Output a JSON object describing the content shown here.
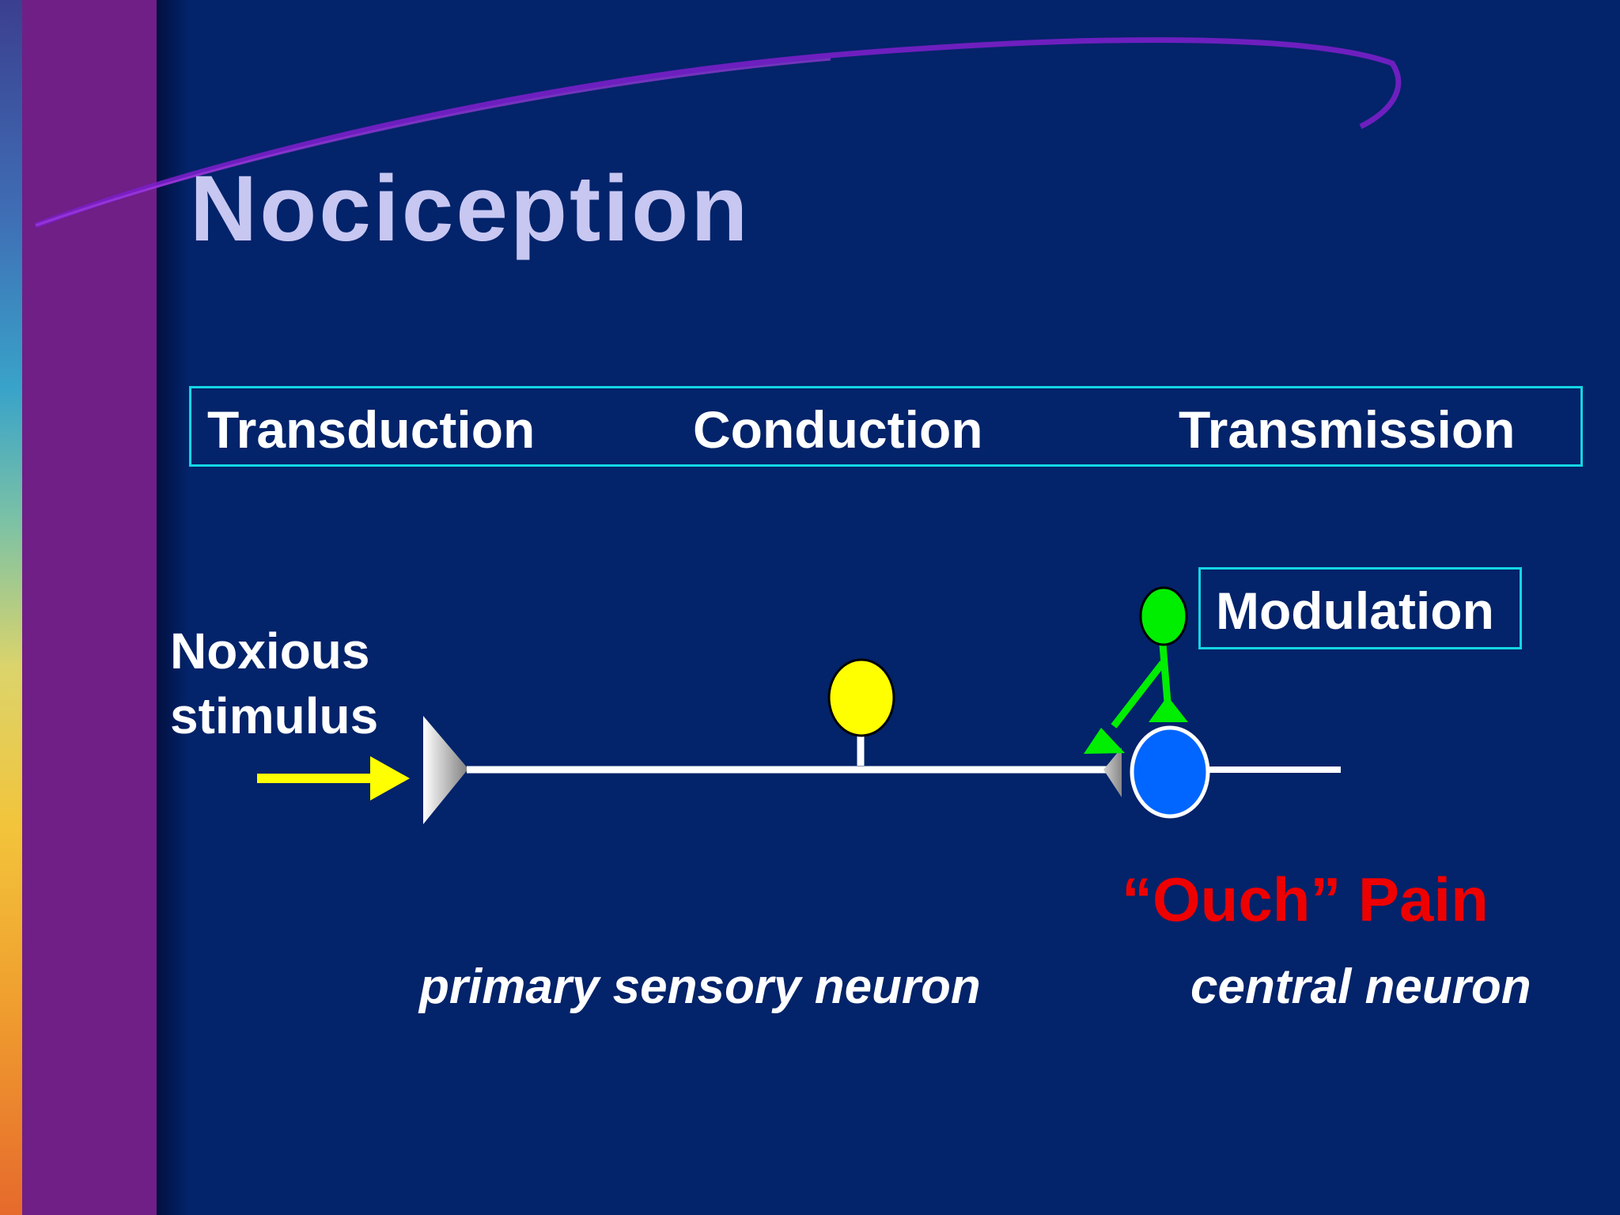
{
  "title": "Nociception",
  "stages": {
    "transduction": "Transduction",
    "conduction": "Conduction",
    "transmission": "Transmission"
  },
  "modulation": "Modulation",
  "stimulus": {
    "line1": "Noxious",
    "line2": "stimulus"
  },
  "pain_label": "“Ouch” Pain",
  "neurons": {
    "primary": "primary sensory neuron",
    "central": "central neuron"
  },
  "colors": {
    "background": "#03236a",
    "accent_box": "#14d6e3",
    "stimulus_arrow": "#ffff00",
    "cell_body_primary": "#ffff00",
    "modulating_neuron": "#00ee00",
    "central_neuron": "#0066ff",
    "pain_text": "#ee0000"
  }
}
